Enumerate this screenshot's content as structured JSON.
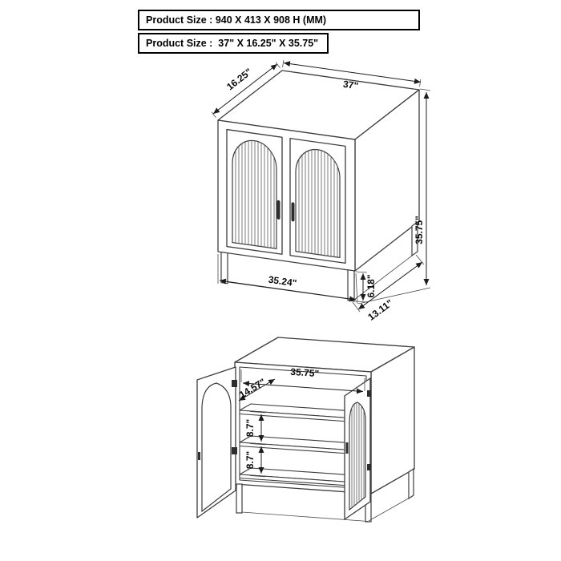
{
  "header": {
    "size_mm_label": "Product Size : 940 X 413 X 908 H (MM)",
    "size_in_label": "Product Size :  37\" X 16.25\" X 35.75\""
  },
  "closed_view": {
    "depth_top": "16.25\"",
    "width_back": "37\"",
    "overall_height": "35.75\"",
    "front_width": "35.24\"",
    "leg_height": "6.18\"",
    "base_depth": "13.11\""
  },
  "open_view": {
    "interior_depth": "14.57\"",
    "interior_width": "35.75\"",
    "shelf_gap_upper": "8.7\"",
    "shelf_gap_lower": "8.7\""
  }
}
